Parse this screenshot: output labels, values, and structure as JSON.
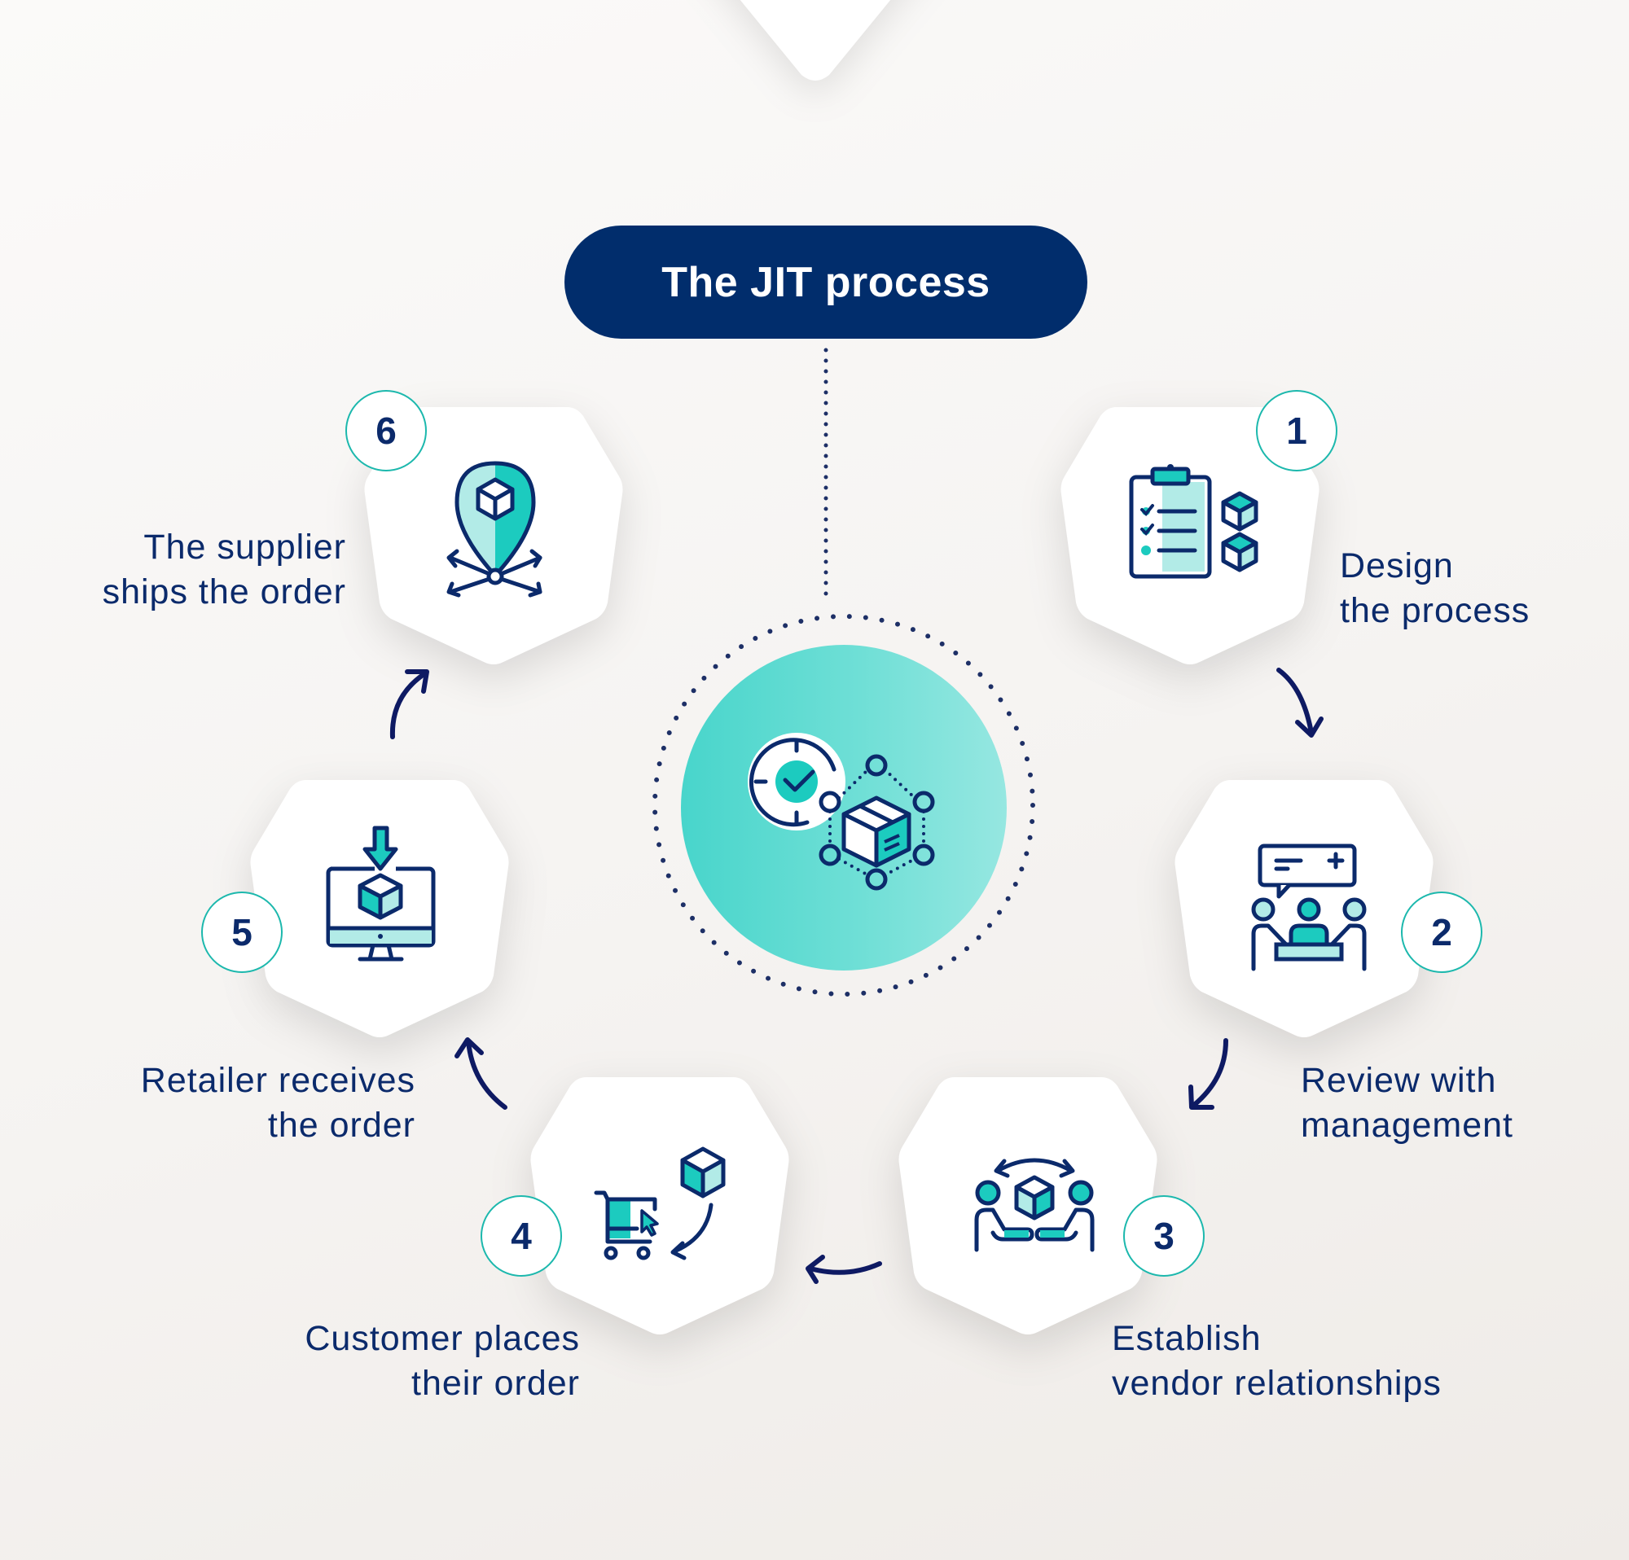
{
  "title": "The JIT process",
  "colors": {
    "navy": "#012d6c",
    "text": "#0b2a6b",
    "teal": "#1ccbbf",
    "teal_light": "#b2ebe7",
    "badge_border": "#1cb8ad",
    "background": "#f5f3f1"
  },
  "center": {
    "icon": "clock-check-package-network-icon"
  },
  "steps": [
    {
      "number": "1",
      "icon": "clipboard-checklist-boxes-icon",
      "label_line1": "Design",
      "label_line2": "the process"
    },
    {
      "number": "2",
      "icon": "meeting-discussion-icon",
      "label_line1": "Review with",
      "label_line2": "management"
    },
    {
      "number": "3",
      "icon": "handshake-box-exchange-icon",
      "label_line1": "Establish",
      "label_line2": "vendor relationships"
    },
    {
      "number": "4",
      "icon": "shopping-cart-box-icon",
      "label_line1": "Customer places",
      "label_line2": "their order"
    },
    {
      "number": "5",
      "icon": "monitor-box-download-icon",
      "label_line1": "Retailer receives",
      "label_line2": "the order"
    },
    {
      "number": "6",
      "icon": "location-pin-box-distribute-icon",
      "label_line1": "The supplier",
      "label_line2": "ships the order"
    }
  ]
}
